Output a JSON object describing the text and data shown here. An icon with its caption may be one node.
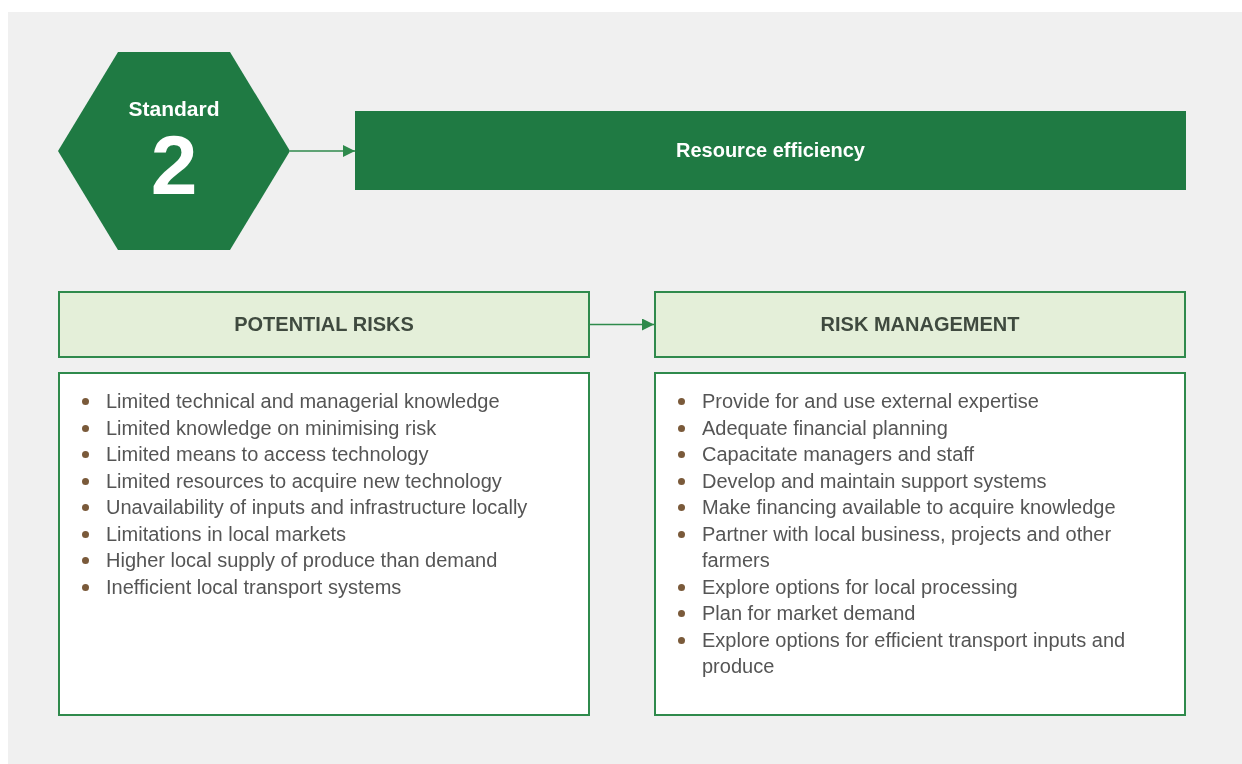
{
  "diagram": {
    "nodes": [
      {
        "text": [
          "Standard",
          "2"
        ]
      },
      {
        "text": [
          "Resource efficiency"
        ]
      },
      {
        "text": [
          "POTENTIAL RISKS"
        ]
      },
      {
        "text": [
          "RISK MANAGEMENT"
        ]
      },
      {
        "text": [
          "Limited technical and managerial knowledge",
          "Limited knowledge on minimising risk",
          "Limited means to access technology",
          "Limited resources to acquire new technology",
          "Unavailability of inputs and infrastructure locally",
          "Limitations in local markets",
          "Higher local supply of produce than demand",
          "Inefficient local transport systems"
        ]
      },
      {
        "text": [
          "Provide for and use external expertise",
          "Adequate financial planning",
          "Capacitate managers and staff",
          "Develop and maintain support systems",
          "Make financing available to acquire knowledge",
          "Partner with local business, projects and other farmers",
          "Explore options for local processing",
          "Plan for market demand",
          "Explore options for efficient transport inputs and produce"
        ]
      }
    ],
    "edges": [
      {
        "from": 0,
        "to": 1,
        "arrow": "to"
      },
      {
        "from": 2,
        "to": 3,
        "arrow": "to"
      }
    ]
  }
}
